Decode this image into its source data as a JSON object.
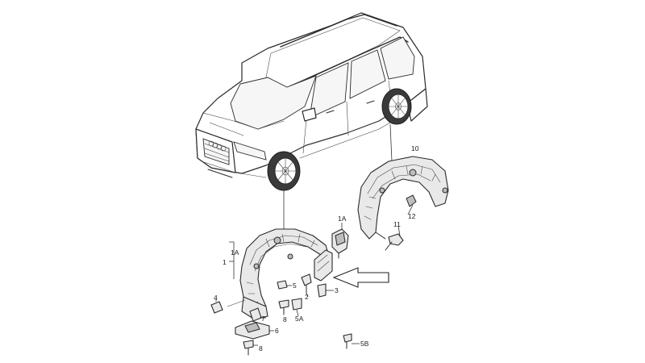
{
  "callouts": {
    "part_1": "1",
    "part_1a_left": "1A",
    "part_1a_top": "1A",
    "part_2": "2",
    "part_3": "3",
    "part_4": "4",
    "part_5": "5",
    "part_5a": "5A",
    "part_5b": "5B",
    "part_6": "6",
    "part_7": "7",
    "part_8_upper": "8",
    "part_8_lower": "8",
    "part_10": "10",
    "part_11": "11",
    "part_12": "12"
  }
}
